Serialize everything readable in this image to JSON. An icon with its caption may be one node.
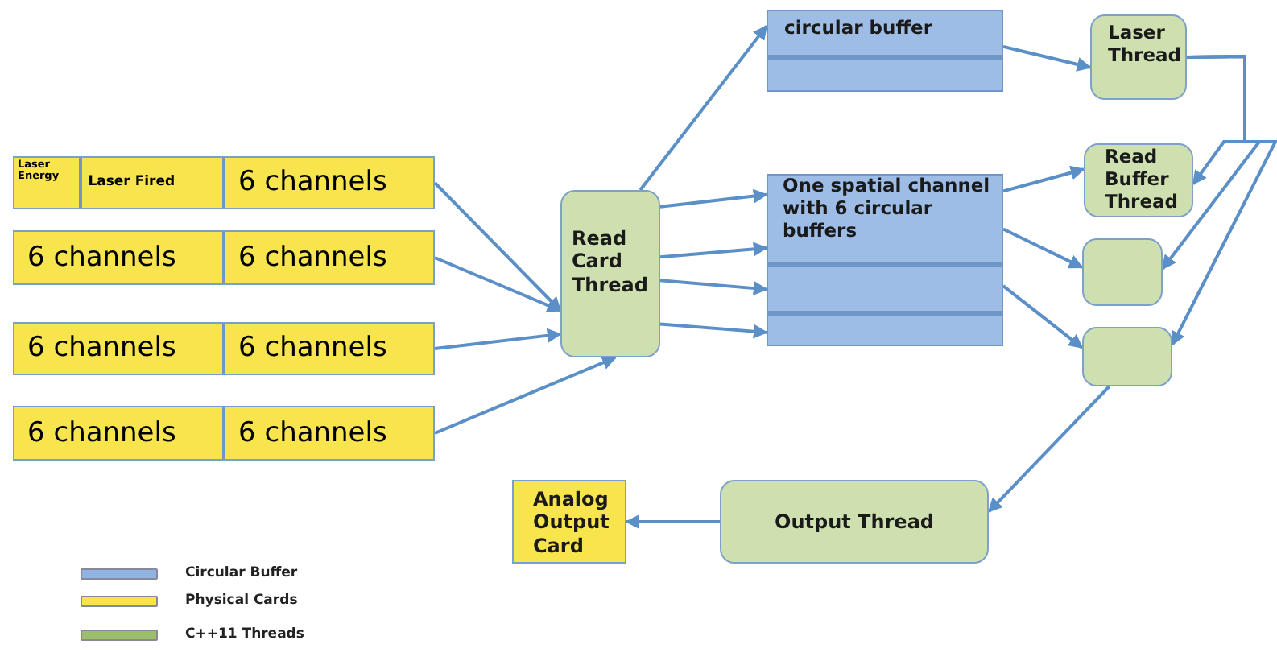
{
  "diagram": {
    "nodes": [
      {
        "text": [
          "Laser Energy",
          "Laser Fired",
          "6 channels"
        ]
      },
      {
        "text": [
          "6 channels",
          "6 channels"
        ]
      },
      {
        "text": [
          "6 channels",
          "6 channels"
        ]
      },
      {
        "text": [
          "6 channels",
          "6 channels"
        ]
      },
      {
        "text": [
          "Read Card Thread"
        ]
      },
      {
        "text": [
          "circular buffer"
        ]
      },
      {
        "text": [
          "One spatial channel with 6 circular buffers"
        ]
      },
      {
        "text": [
          "Laser Thread"
        ]
      },
      {
        "text": [
          "Read Buffer Thread"
        ]
      },
      {
        "text": [],
        "shape": "box"
      },
      {
        "text": [],
        "shape": "box"
      },
      {
        "text": [
          "Output Thread"
        ]
      },
      {
        "text": [
          "Analog Output Card"
        ]
      }
    ],
    "edges": [
      {
        "from": 0,
        "to": 4,
        "arrow": "to"
      },
      {
        "from": 1,
        "to": 4,
        "arrow": "to"
      },
      {
        "from": 2,
        "to": 4,
        "arrow": "to"
      },
      {
        "from": 3,
        "to": 4,
        "arrow": "to"
      },
      {
        "from": 4,
        "to": 5,
        "arrow": "to"
      },
      {
        "from": 4,
        "to": 6,
        "arrow": "to"
      },
      {
        "from": 4,
        "to": 6,
        "arrow": "to"
      },
      {
        "from": 4,
        "to": 6,
        "arrow": "to"
      },
      {
        "from": 4,
        "to": 6,
        "arrow": "to"
      },
      {
        "from": 5,
        "to": 7,
        "arrow": "to"
      },
      {
        "from": 6,
        "to": 8,
        "arrow": "to"
      },
      {
        "from": 6,
        "to": 9,
        "arrow": "to"
      },
      {
        "from": 6,
        "to": 10,
        "arrow": "to"
      },
      {
        "from": 7,
        "to": 8,
        "arrow": "to"
      },
      {
        "from": 7,
        "to": 9,
        "arrow": "to"
      },
      {
        "from": 7,
        "to": 10,
        "arrow": "to"
      },
      {
        "from": 10,
        "to": 11,
        "arrow": "to"
      },
      {
        "from": 11,
        "to": 12,
        "arrow": "to"
      }
    ],
    "legend": [
      {
        "text": "Circular Buffer",
        "color": "#8fb4e3"
      },
      {
        "text": "Physical Cards",
        "color": "#f9e54b"
      },
      {
        "text": "C++11 Threads",
        "color": "#9cbd6a"
      }
    ]
  }
}
